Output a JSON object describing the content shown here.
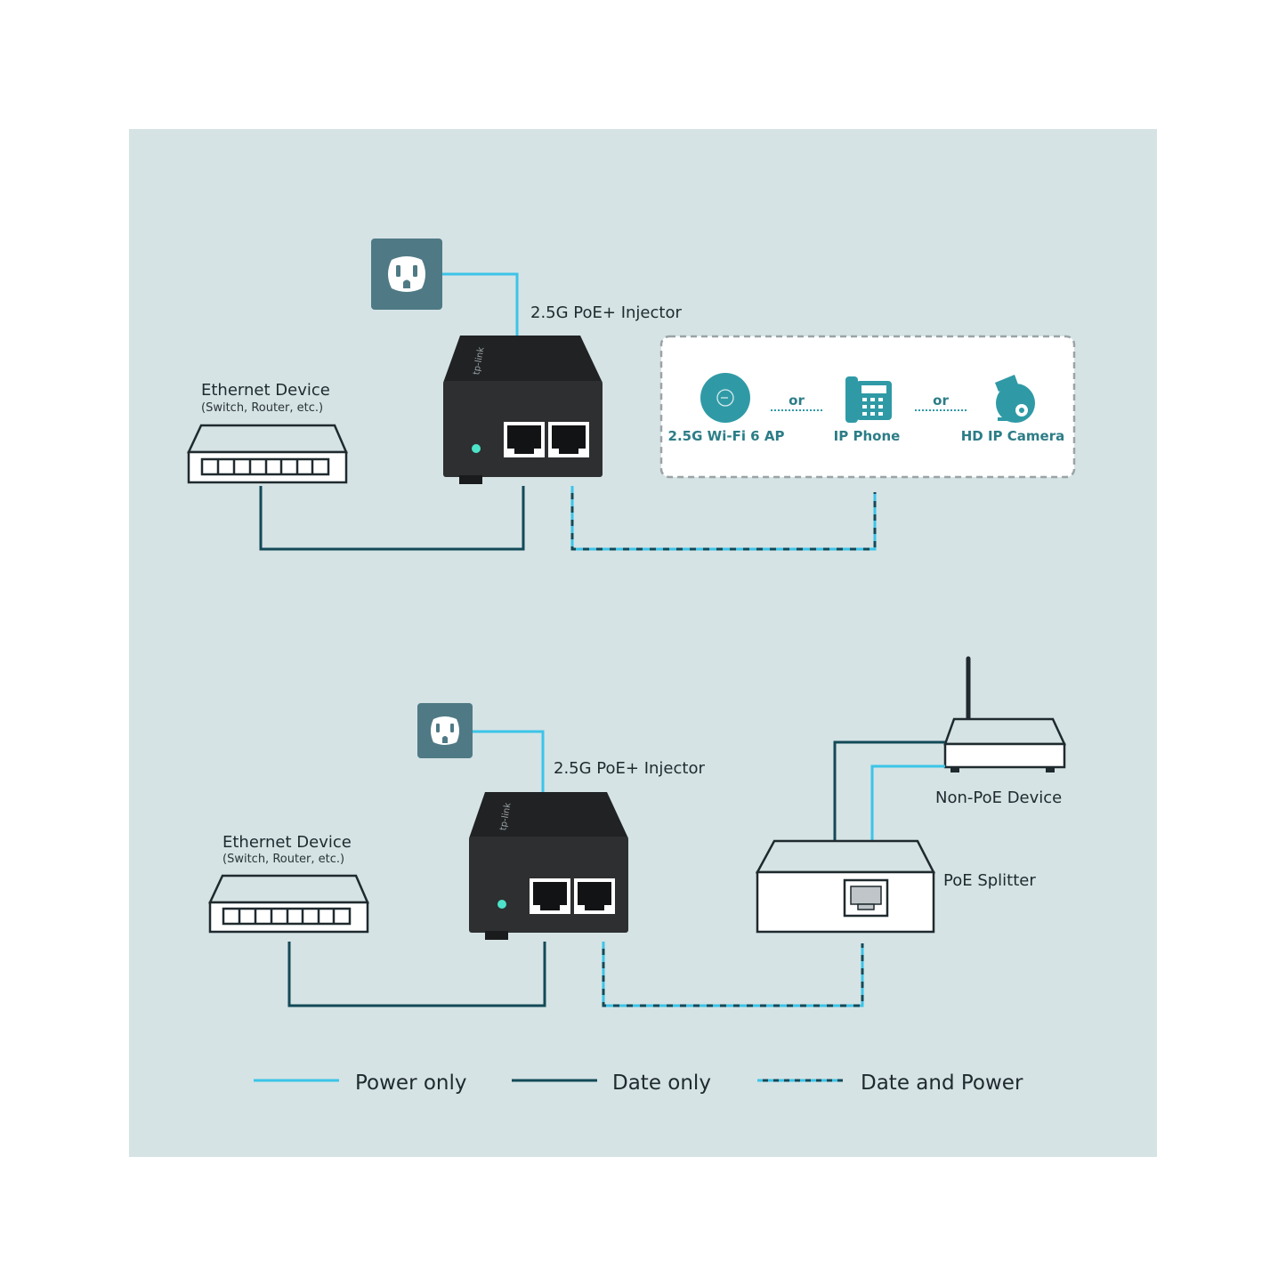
{
  "colors": {
    "panel_bg": "#d5e3e5",
    "power_only": "#3cc4e8",
    "data_only": "#134a57",
    "outlet_bg": "#4f7a85",
    "injector_body": "#2d2f31",
    "teal_icon": "#2f9aa6",
    "dashed_box": "#9aa3a6"
  },
  "top": {
    "injector_label": "2.5G PoE+ Injector",
    "ethernet_title": "Ethernet Device",
    "ethernet_subtitle": "(Switch, Router, etc.)",
    "devices": {
      "ap_label": "2.5G Wi-Fi 6 AP",
      "phone_label": "IP Phone",
      "camera_label": "HD IP Camera",
      "or_1": "or",
      "or_2": "or"
    }
  },
  "bottom": {
    "injector_label": "2.5G PoE+ Injector",
    "ethernet_title": "Ethernet Device",
    "ethernet_subtitle": "(Switch, Router, etc.)",
    "non_poe_label": "Non-PoE Device",
    "splitter_label": "PoE Splitter"
  },
  "legend": {
    "power_only": "Power only",
    "data_only": "Date only",
    "data_and_power": "Date and Power"
  }
}
